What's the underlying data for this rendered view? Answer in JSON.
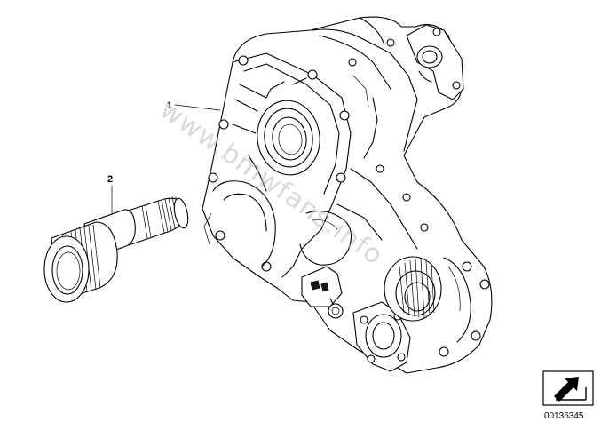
{
  "diagram": {
    "callouts": [
      {
        "number": "1"
      },
      {
        "number": "2"
      }
    ],
    "watermark_text": "www.bmwfans.info",
    "document_number": "00136345",
    "badge_icon": "arrow-pointing-icon"
  }
}
